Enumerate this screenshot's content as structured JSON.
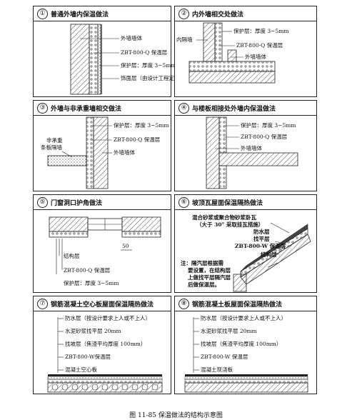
{
  "panels": [
    {
      "num": "①",
      "title": "普通外墙内保温做法",
      "labels": [
        "外墙墙体",
        "ZBT-800-Q 保温层",
        "保护层：厚度 3~5mm",
        "饰面层（由设计工程定）"
      ]
    },
    {
      "num": "②",
      "title": "内外墙相交处做法",
      "labels": [
        "保护层：厚度 3~5mm",
        "内隔墙",
        "ZBT-800-Q 保温层",
        "外墙墙体"
      ]
    },
    {
      "num": "③",
      "title": "外墙与非承重墙相交做法",
      "labels": [
        "保护层：厚度 3~5mm",
        "非承重",
        "条板隔墙",
        "ZBT-800-Q 保温层",
        "外墙墙体"
      ]
    },
    {
      "num": "④",
      "title": "与楼板相接处外墙内保温做法",
      "labels": [
        "保护层：厚度 3~5mm",
        "ZBT-800-Q 保温层",
        "外墙墙体"
      ]
    },
    {
      "num": "⑤",
      "title": "门窗洞口护角做法",
      "labels": [
        "50",
        "结构层",
        "ZBT-800-Q 保温层",
        "保护层：厚度 3~5mm"
      ]
    },
    {
      "num": "⑥",
      "title": "坡顶瓦屋面保温隔热做法",
      "labels": [
        "混合砂浆或聚合物砂浆卧瓦",
        "（大于 30° 采取挂瓦措施）",
        "防水层",
        "找平层",
        "ZBT-800-W 保温层",
        "结构层",
        "注：隔汽层根据需",
        "要设置，在结构层",
        "上做找平层隔汽层",
        "后做保温层。"
      ]
    },
    {
      "num": "⑦",
      "title": "钢筋混凝土空心板屋面保温隔热做法",
      "labels": [
        "防水层（按设计要求上人或不上人）",
        "水泥砂浆找平层 20mm",
        "找坡层（焦渣平均厚度 100mm）",
        "ZBT-800-W保温层",
        "混凝土空心板"
      ]
    },
    {
      "num": "⑧",
      "title": "钢筋混凝土板屋面保温隔热做法",
      "labels": [
        "防水层（按设计要求上人或不上人）",
        "水泥砂浆找平层 20mm",
        "找坡层（焦渣平均厚度 100mm）",
        "ZBT-800-W 保温层",
        "混凝土现浇板"
      ]
    }
  ],
  "caption": "图 11-85   保温做法的结构示意图"
}
